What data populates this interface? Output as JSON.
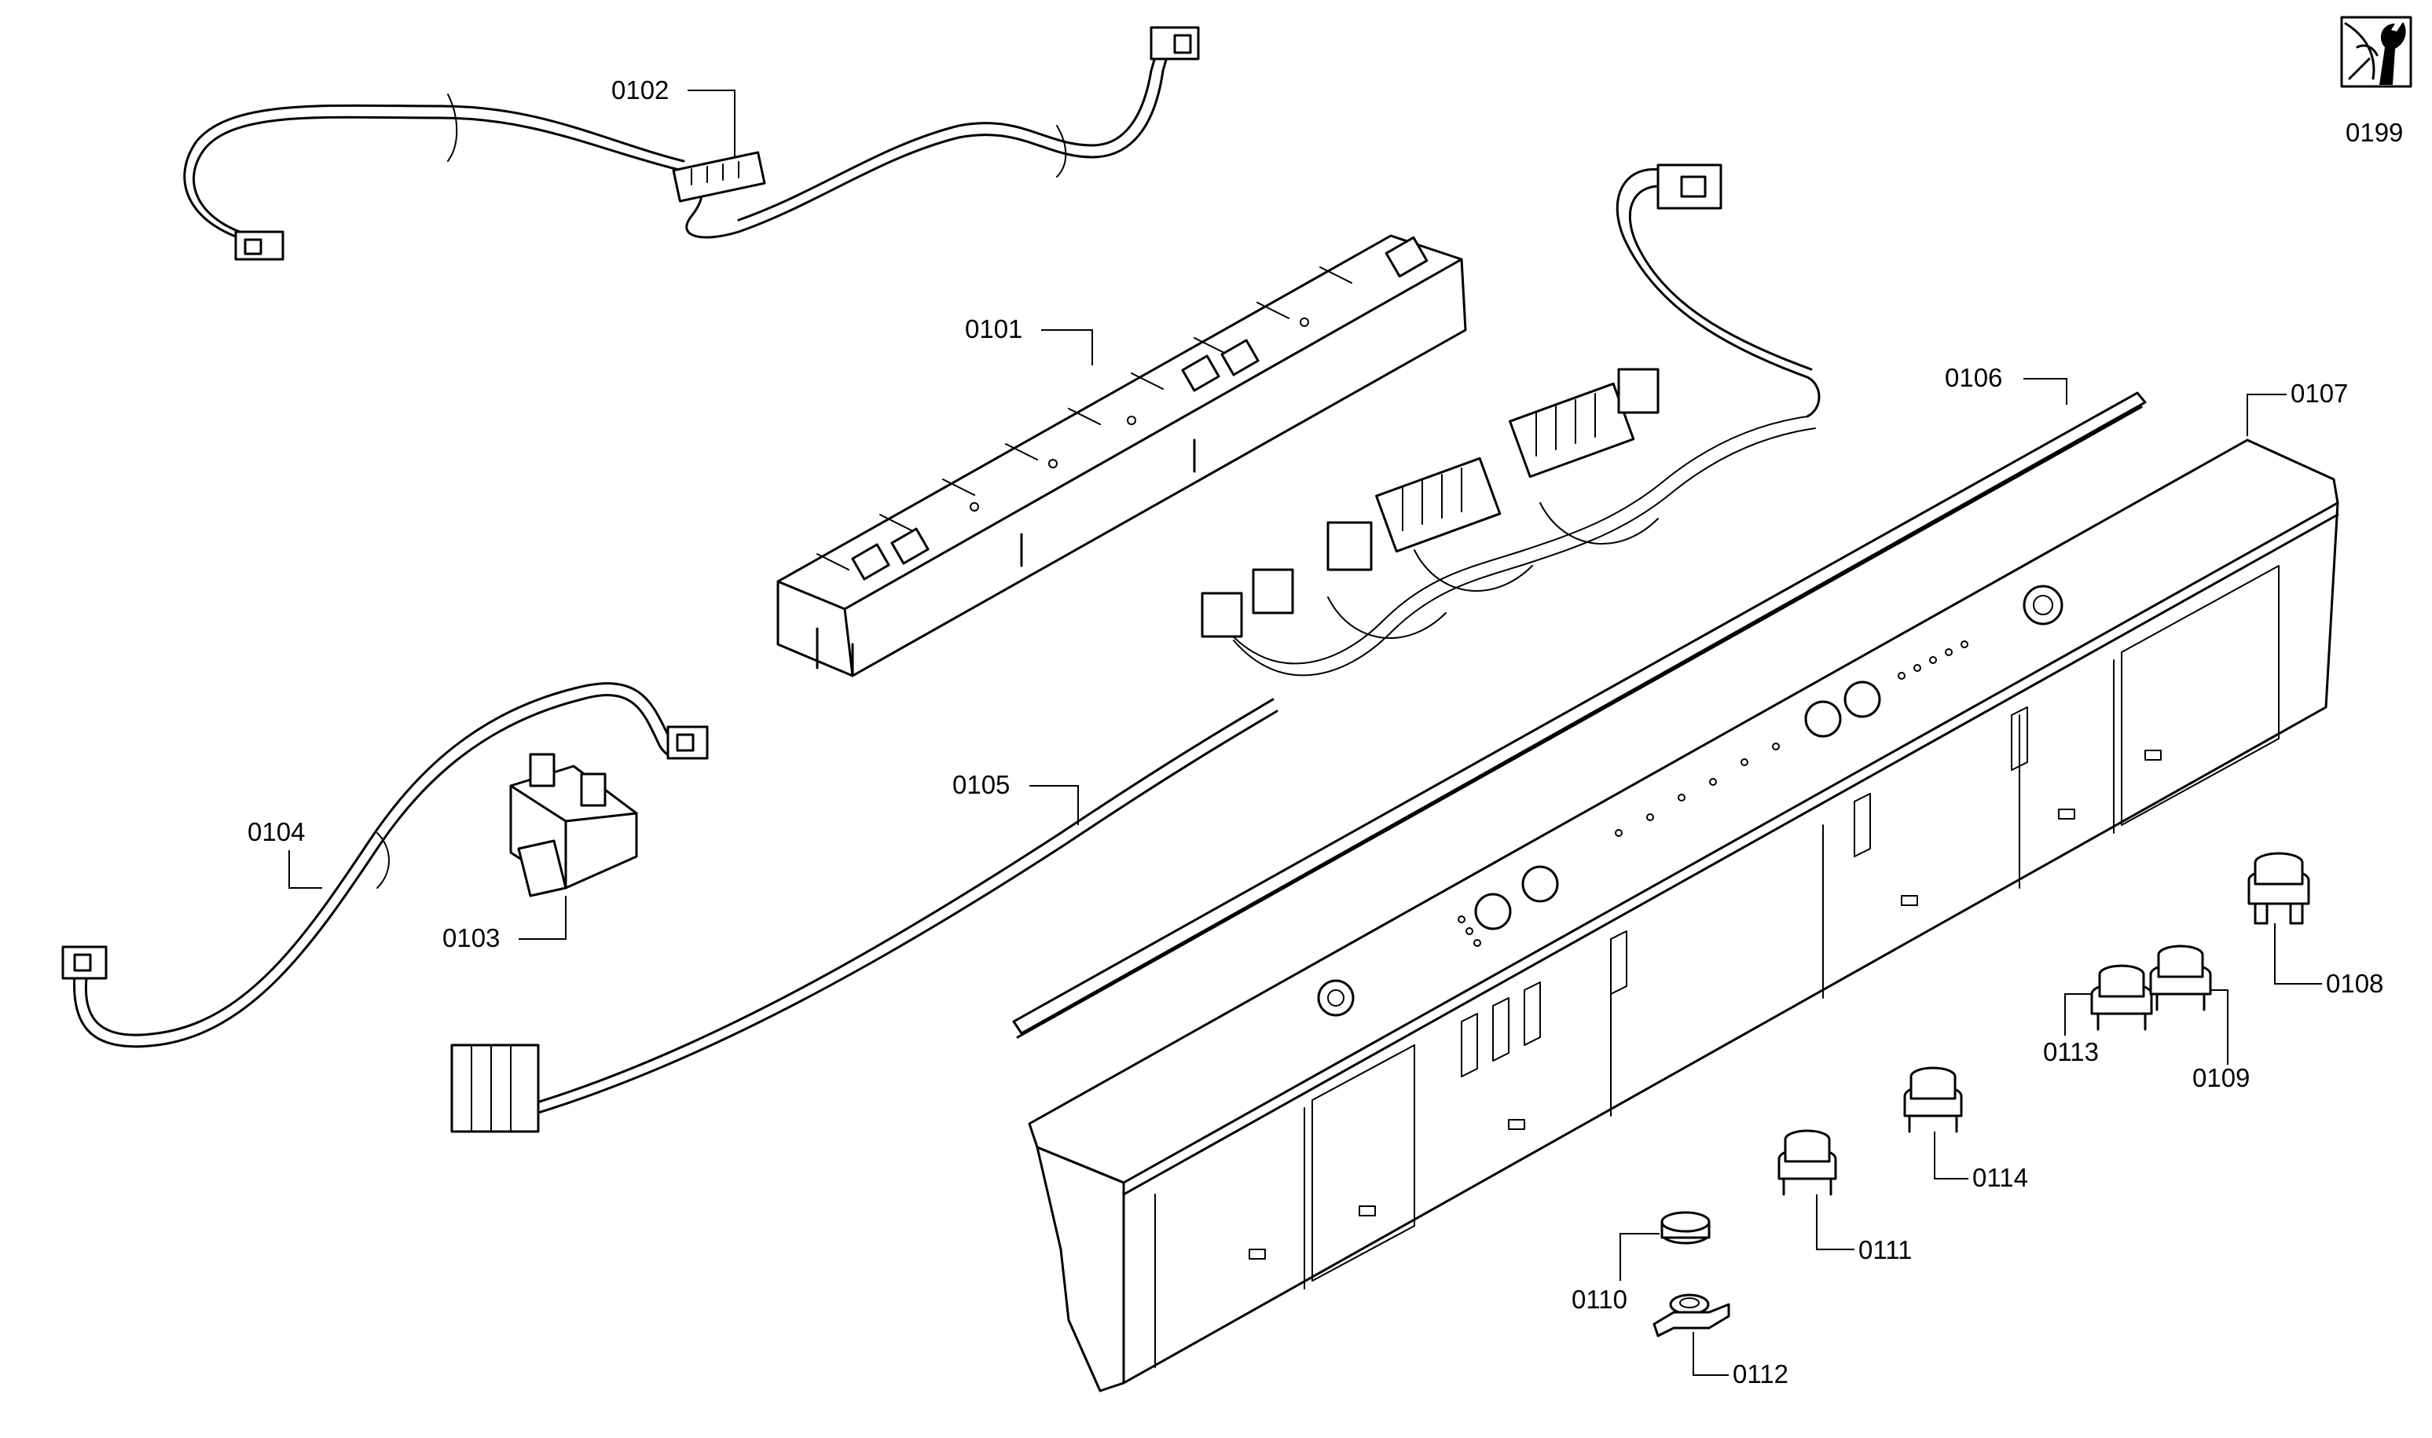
{
  "parts": [
    {
      "id": "p0101",
      "label": "0101"
    },
    {
      "id": "p0102",
      "label": "0102"
    },
    {
      "id": "p0103",
      "label": "0103"
    },
    {
      "id": "p0104",
      "label": "0104"
    },
    {
      "id": "p0105",
      "label": "0105"
    },
    {
      "id": "p0106",
      "label": "0106"
    },
    {
      "id": "p0107",
      "label": "0107"
    },
    {
      "id": "p0108",
      "label": "0108"
    },
    {
      "id": "p0109",
      "label": "0109"
    },
    {
      "id": "p0110",
      "label": "0110"
    },
    {
      "id": "p0111",
      "label": "0111"
    },
    {
      "id": "p0112",
      "label": "0112"
    },
    {
      "id": "p0113",
      "label": "0113"
    },
    {
      "id": "p0114",
      "label": "0114"
    },
    {
      "id": "p0199",
      "label": "0199"
    }
  ],
  "icons": {
    "service_icon": "wrench-service-icon"
  }
}
